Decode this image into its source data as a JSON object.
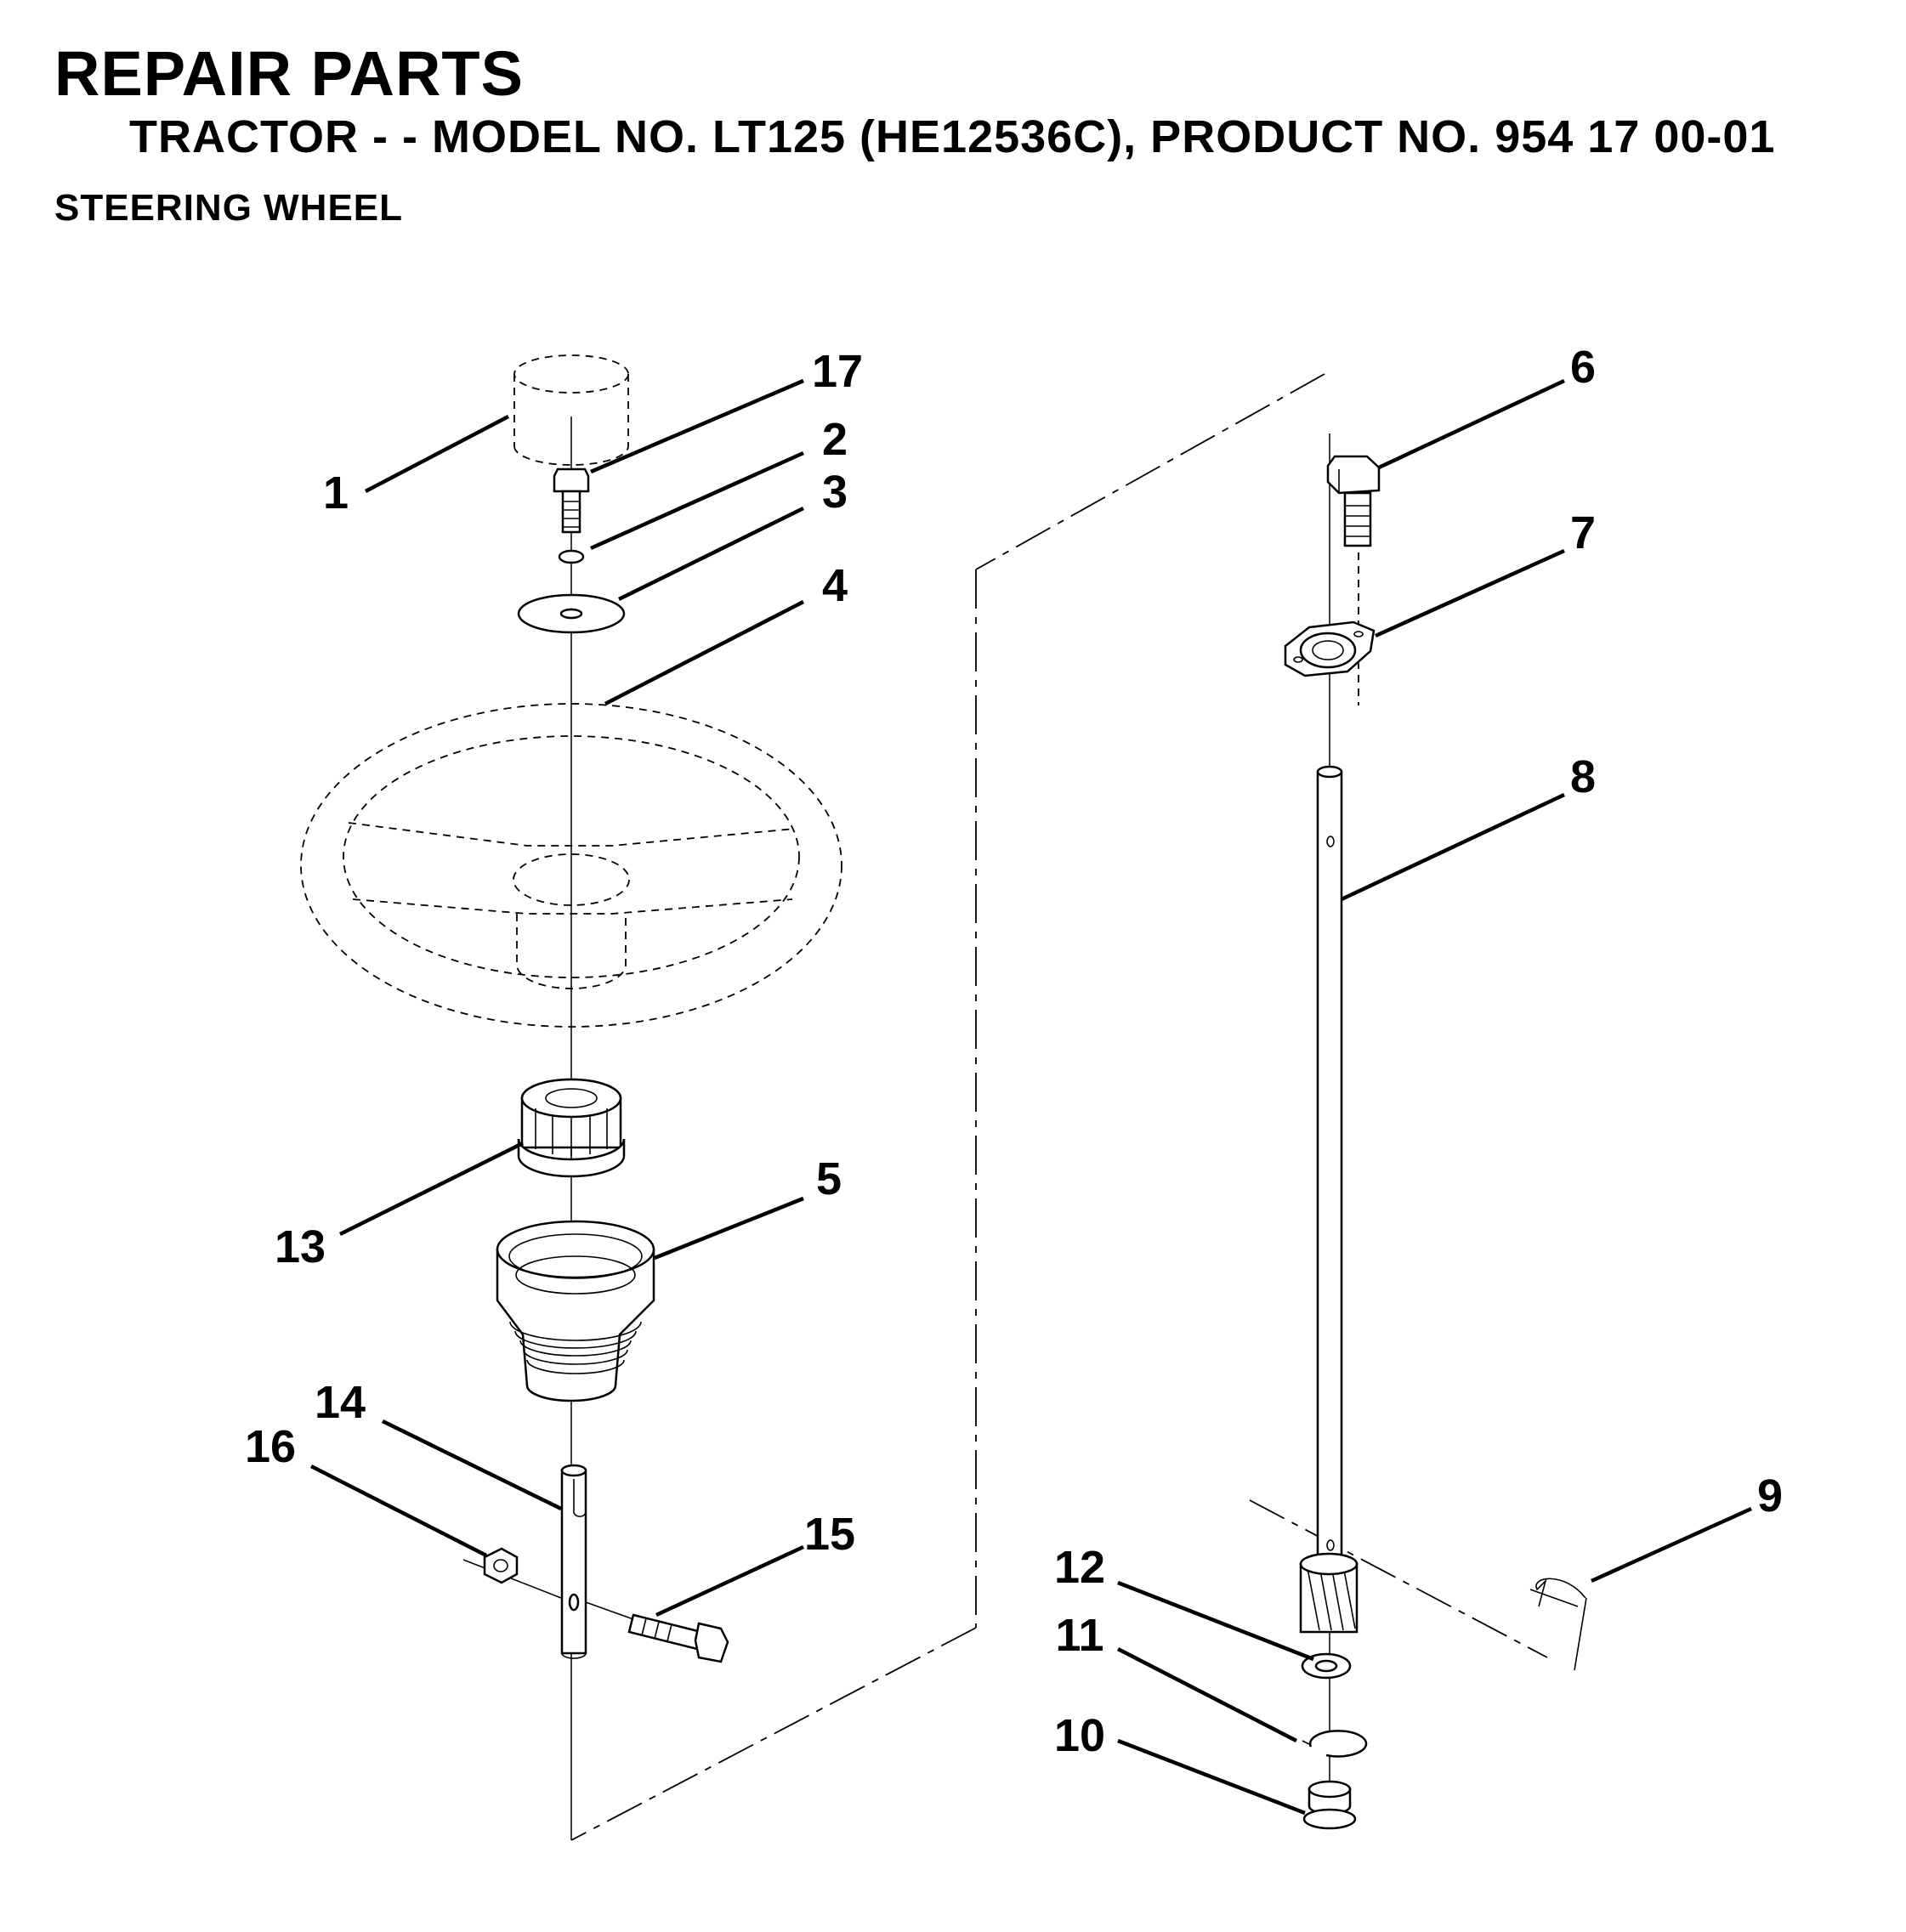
{
  "header": {
    "title": "REPAIR PARTS",
    "subtitle": "TRACTOR - - MODEL NO. LT125 (HE12536C),  PRODUCT NO. 954 17 00-01",
    "section": "STEERING WHEEL"
  },
  "callouts": {
    "p1": "1",
    "p2": "2",
    "p3": "3",
    "p4": "4",
    "p5": "5",
    "p6": "6",
    "p7": "7",
    "p8": "8",
    "p9": "9",
    "p10": "10",
    "p11": "11",
    "p12": "12",
    "p13": "13",
    "p14": "14",
    "p15": "15",
    "p16": "16",
    "p17": "17"
  }
}
